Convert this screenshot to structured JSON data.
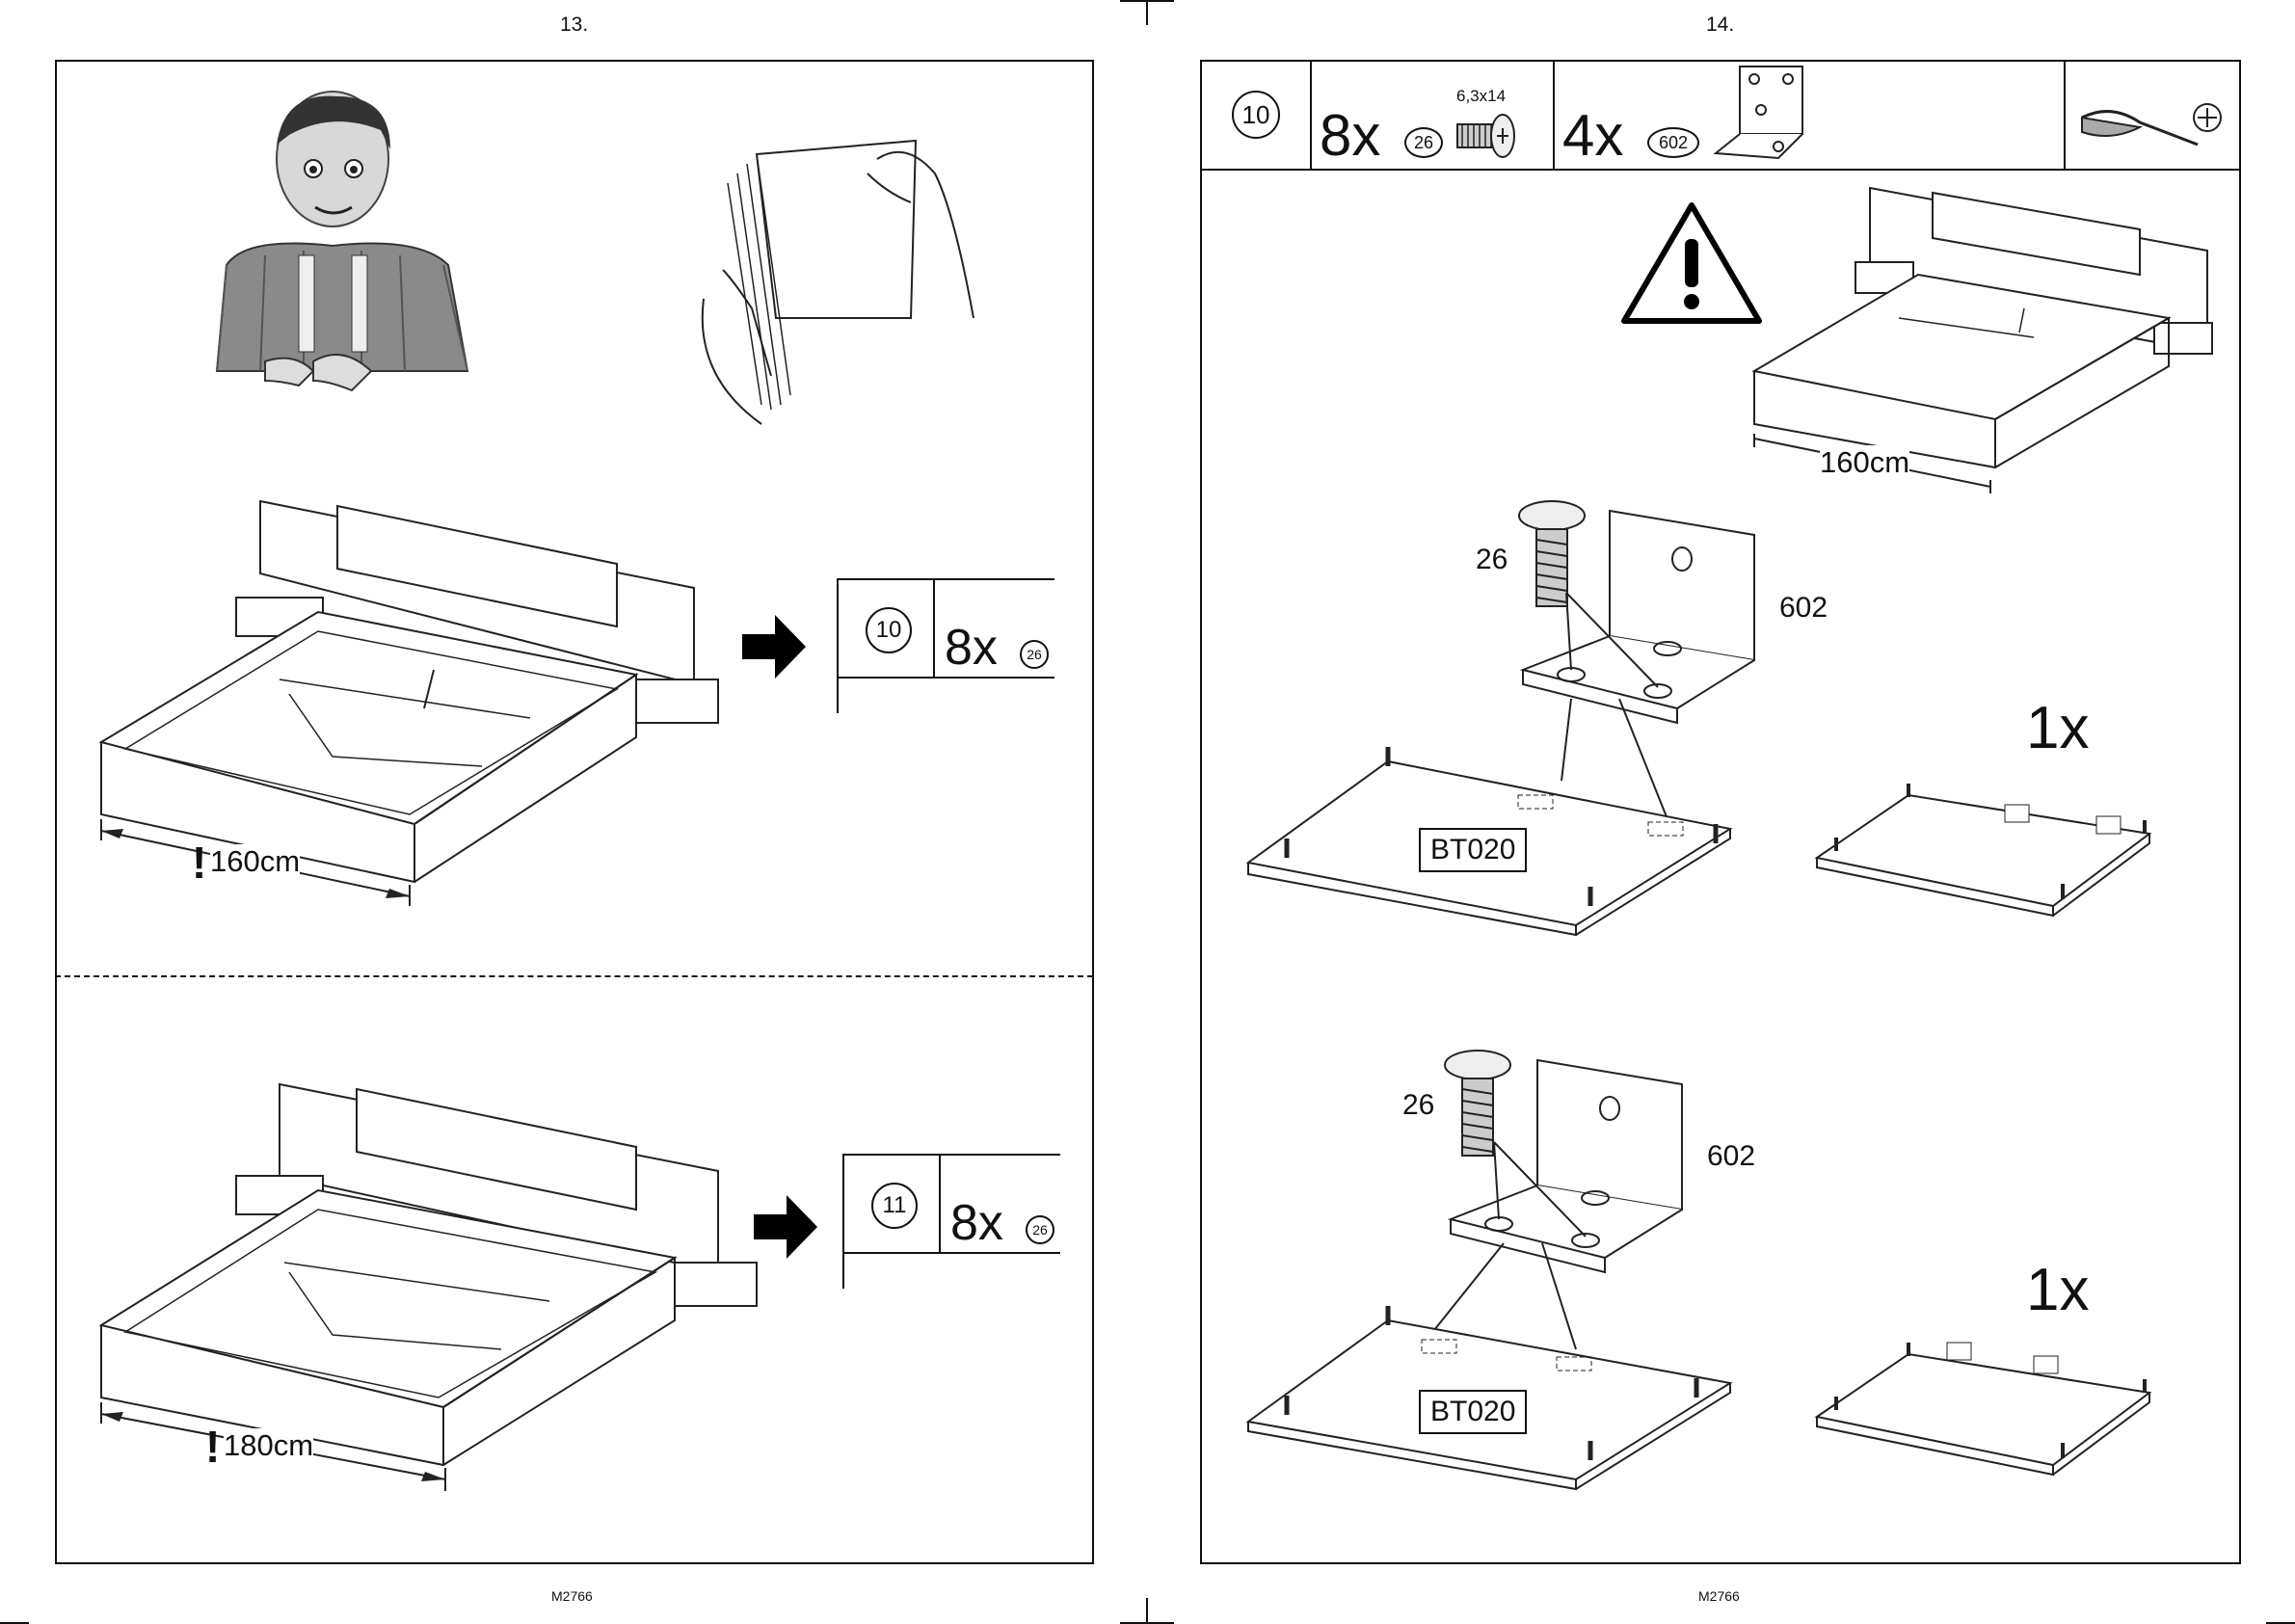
{
  "left_page": {
    "page_number": "13.",
    "footer_code": "M2766",
    "section_a": {
      "dimension": "160cm",
      "step_number": "10",
      "quantity": "8x",
      "part_id": "26"
    },
    "section_b": {
      "dimension": "180cm",
      "step_number": "11",
      "quantity": "8x",
      "part_id": "26"
    }
  },
  "right_page": {
    "page_number": "14.",
    "footer_code": "M2766",
    "header": {
      "step_number": "10",
      "screw_quantity": "8x",
      "screw_part_id": "26",
      "screw_size": "6,3x14",
      "bracket_quantity": "4x",
      "bracket_part_id": "602"
    },
    "overview_dimension": "160cm",
    "detail_top": {
      "screw_label": "26",
      "bracket_label": "602",
      "panel_label": "BT020",
      "count": "1x"
    },
    "detail_bottom": {
      "screw_label": "26",
      "bracket_label": "602",
      "panel_label": "BT020",
      "count": "1x"
    }
  }
}
